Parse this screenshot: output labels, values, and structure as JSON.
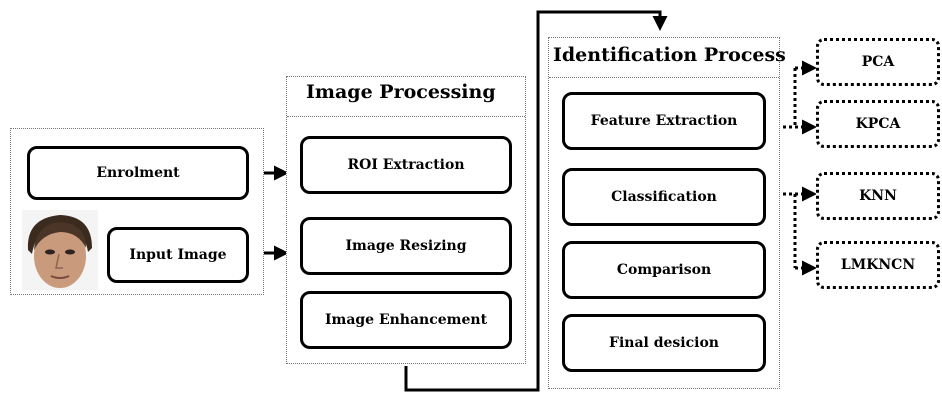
{
  "input_panel": {
    "enrolment_label": "Enrolment",
    "input_image_label": "Input Image"
  },
  "image_processing": {
    "title": "Image Processing",
    "steps": [
      "ROI Extraction",
      "Image Resizing",
      "Image Enhancement"
    ]
  },
  "identification": {
    "title": "Identification Process",
    "steps": [
      "Feature Extraction",
      "Classification",
      "Comparison",
      "Final desicion"
    ]
  },
  "methods": [
    "PCA",
    "KPCA",
    "KNN",
    "LMKNCN"
  ]
}
